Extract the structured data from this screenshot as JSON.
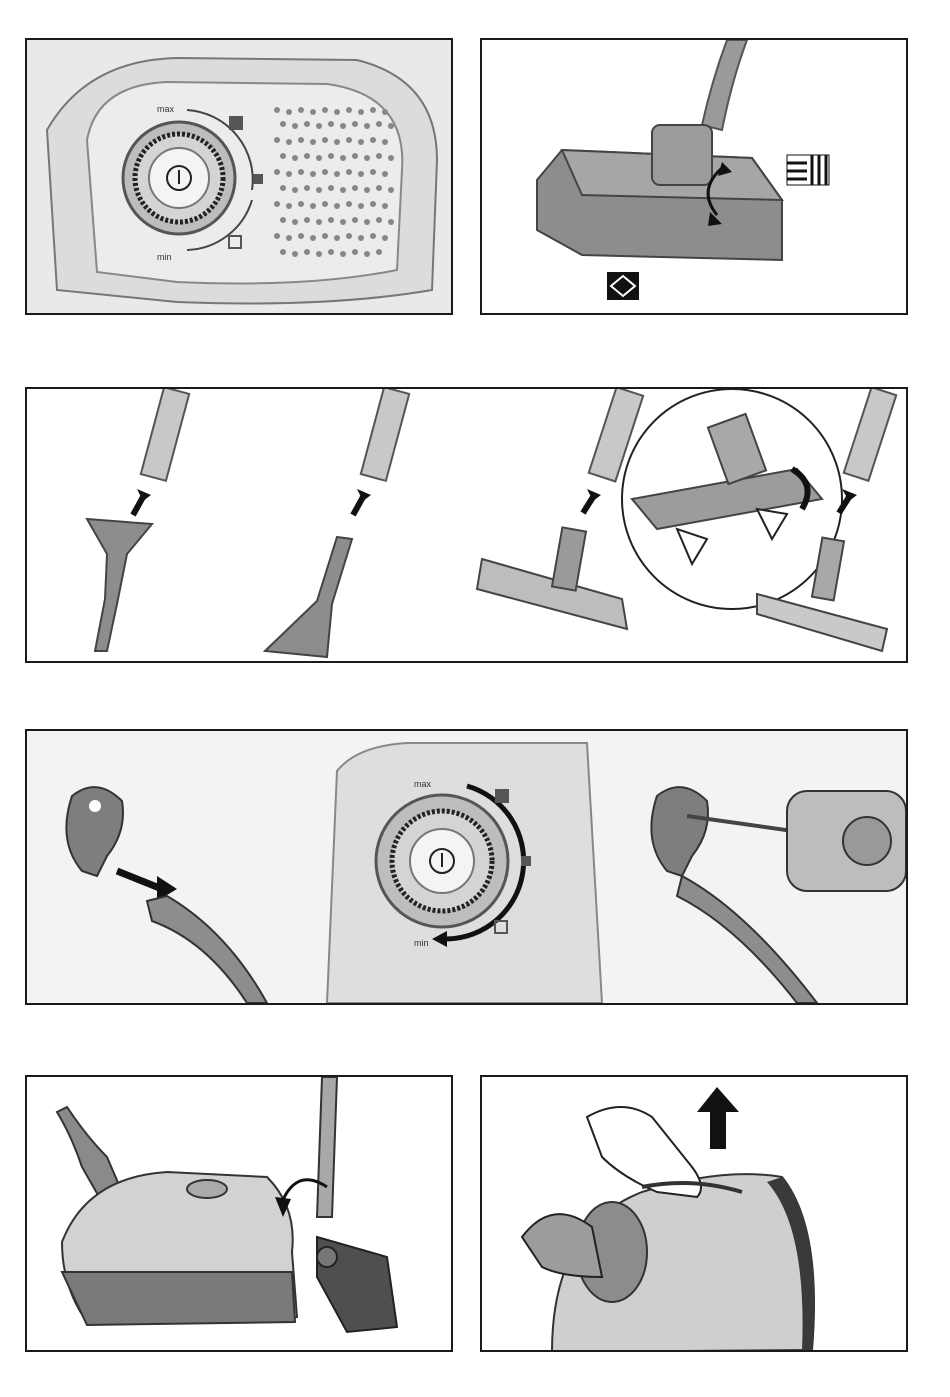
{
  "figures": [
    {
      "id": "fig1",
      "kind": "power-dial-closeup"
    },
    {
      "id": "fig2",
      "kind": "floor-nozzle-switch"
    },
    {
      "id": "fig3",
      "kind": "attach-accessories"
    },
    {
      "id": "fig4",
      "kind": "hose-dial-drill"
    },
    {
      "id": "fig5",
      "kind": "parking-position"
    },
    {
      "id": "fig6",
      "kind": "carry-handle"
    }
  ],
  "dial": {
    "max_label": "max",
    "min_label": "min"
  },
  "colors": {
    "tab": "#1a1a1a",
    "panel_bg": "#f2f2f2",
    "device_gray": "#8a8a8a",
    "arrow": "#111111"
  }
}
